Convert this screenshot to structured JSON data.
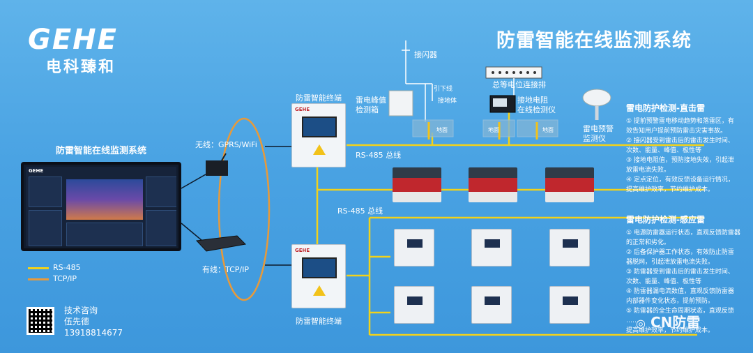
{
  "brand": {
    "logo_text": "GEHE",
    "name_cn": "电科臻和"
  },
  "title": "防雷智能在线监测系统",
  "monitor_title": "防雷智能在线监测系统",
  "labels": {
    "wireless": "无线：GPRS/WiFi",
    "wired": "有线：TCP/IP",
    "terminal_top": "防雷智能终端",
    "terminal_bottom": "防雷智能终端",
    "rs485_top": "RS-485 总线",
    "rs485_mid": "RS-485 总线",
    "peak_box": "雷电峰值\n检测箱",
    "lightning_rod": "接闪器",
    "down_conductor": "引下线",
    "grounding_body": "接地体",
    "ground_top": "地面",
    "ground_mid": "地面",
    "ground_right": "地面",
    "bonding_bar": "总等电位连接排",
    "ground_resistance": "接地电阻\n在线检测仪",
    "warning_device": "雷电预警\n监测仪"
  },
  "legend": [
    {
      "label": "RS-485",
      "color": "#f2d21a"
    },
    {
      "label": "TCP/IP",
      "color": "#e89a3a"
    }
  ],
  "contact": {
    "title": "技术咨询",
    "name": "伍先德",
    "phone": "13918814677"
  },
  "section1": {
    "title": "雷电防护检测-直击雷",
    "items": [
      "① 提前预警雷电移动趋势和落雷区，有",
      "效告知用户提前预防雷击灾害事故。",
      "② 接闪器受到雷击后的雷击发生时间、",
      "次数、能量、峰值、极性等",
      "③ 接地电阻值，预防接地失效，引起泄",
      "放雷电流失败。",
      "④ 定点定位，有效反馈设备运行情况，",
      "提高维护效率，节约维护成本。"
    ]
  },
  "section2": {
    "title": "雷电防护检测-感应雷",
    "items": [
      "① 电源防雷器运行状态，直观反馈防雷器",
      "的正常和劣化。",
      "② 后备保护器工作状态，有效防止防雷",
      "器脱网，引起泄放雷电流失败。",
      "③ 防雷器受到雷击后的雷击发生时间、",
      "次数、能量、峰值、极性等",
      "④ 防雷器漏电流数值，直观反馈防雷器",
      "内部器件变化状态，提前预防。",
      "⑤ 防雷器的全生命周期状态，直观反馈",
      "……",
      "提高维护效率，节约维护成本。"
    ]
  },
  "watermark": "CN防雷",
  "colors": {
    "rs485": "#f2d21a",
    "tcpip": "#e89a3a",
    "accent_red": "#c0272d"
  }
}
